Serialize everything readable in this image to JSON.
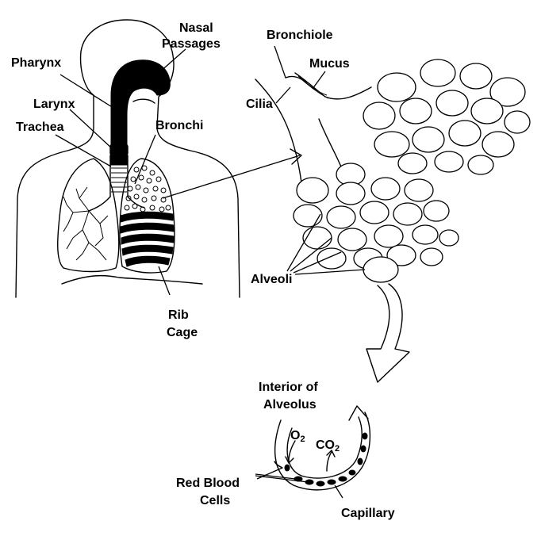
{
  "labels": {
    "nasal_line1": "Nasal",
    "nasal_line2": "Passages",
    "pharynx": "Pharynx",
    "larynx": "Larynx",
    "trachea": "Trachea",
    "bronchi": "Bronchi",
    "rib_line1": "Rib",
    "rib_line2": "Cage",
    "bronchiole": "Bronchiole",
    "mucus": "Mucus",
    "cilia": "Cilia",
    "alveoli": "Alveoli",
    "interior_line1": "Interior of",
    "interior_line2": "Alveolus",
    "o2_base": "O",
    "o2_sub": "2",
    "co2_base": "CO",
    "co2_sub": "2",
    "rbc_line1": "Red Blood",
    "rbc_line2": "Cells",
    "capillary": "Capillary"
  },
  "colors": {
    "ink": "#000000",
    "background": "#ffffff"
  }
}
